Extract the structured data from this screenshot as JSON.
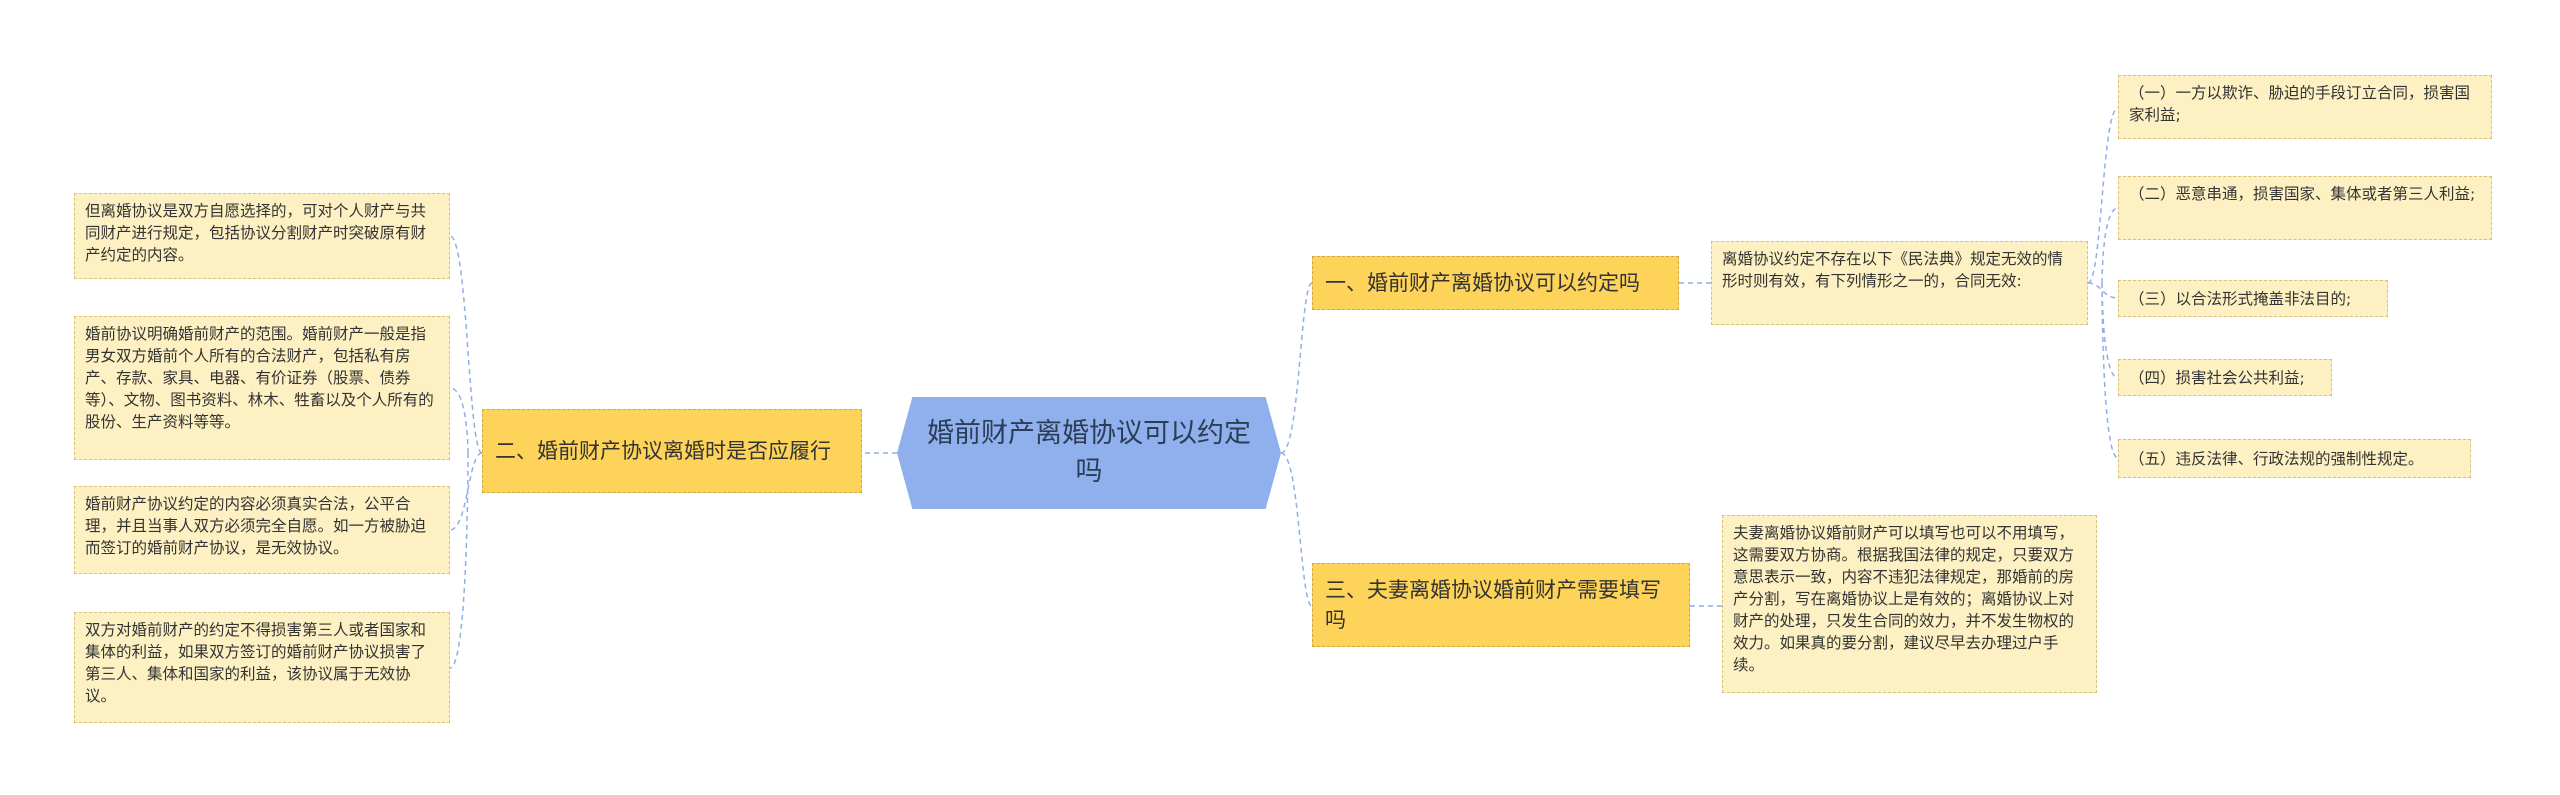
{
  "root": {
    "title": "婚前财产离婚协议可以约定吗"
  },
  "branches": [
    {
      "label": "一、婚前财产离婚协议可以约定吗"
    },
    {
      "label": "二、婚前财产协议离婚时是否应履行"
    },
    {
      "label": "三、夫妻离婚协议婚前财产需要填写吗"
    }
  ],
  "branch1": {
    "summary": "离婚协议约定不存在以下《民法典》规定无效的情形时则有效，有下列情形之一的，合同无效:",
    "items": [
      "（一）一方以欺诈、胁迫的手段订立合同，损害国家利益;",
      "（二）恶意串通，损害国家、集体或者第三人利益;",
      "（三）以合法形式掩盖非法目的;",
      "（四）损害社会公共利益;",
      "（五）违反法律、行政法规的强制性规定。"
    ]
  },
  "branch2": {
    "items": [
      "但离婚协议是双方自愿选择的，可对个人财产与共同财产进行规定，包括协议分割财产时突破原有财产约定的内容。",
      "婚前协议明确婚前财产的范围。婚前财产一般是指男女双方婚前个人所有的合法财产，包括私有房产、存款、家具、电器、有价证券（股票、债券等）、文物、图书资料、林木、牲畜以及个人所有的股份、生产资料等等。",
      "婚前财产协议约定的内容必须真实合法，公平合理，并且当事人双方必须完全自愿。如一方被胁迫而签订的婚前财产协议，是无效协议。",
      "双方对婚前财产的约定不得损害第三人或者国家和集体的利益，如果双方签订的婚前财产协议损害了第三人、集体和国家的利益，该协议属于无效协议。"
    ]
  },
  "branch3": {
    "detail": "夫妻离婚协议婚前财产可以填写也可以不用填写，这需要双方协商。根据我国法律的规定，只要双方意思表示一致，内容不违犯法律规定，那婚前的房产分割，写在离婚协议上是有效的；离婚协议上对财产的处理，只发生合同的效力，并不发生物权的效力。如果真的要分割，建议尽早去办理过户手续。"
  },
  "colors": {
    "root_fill": "#8fb0ec",
    "branch_fill": "#fdd35a",
    "leaf_fill": "#fdf0c2",
    "connector": "#8fb0e6"
  }
}
